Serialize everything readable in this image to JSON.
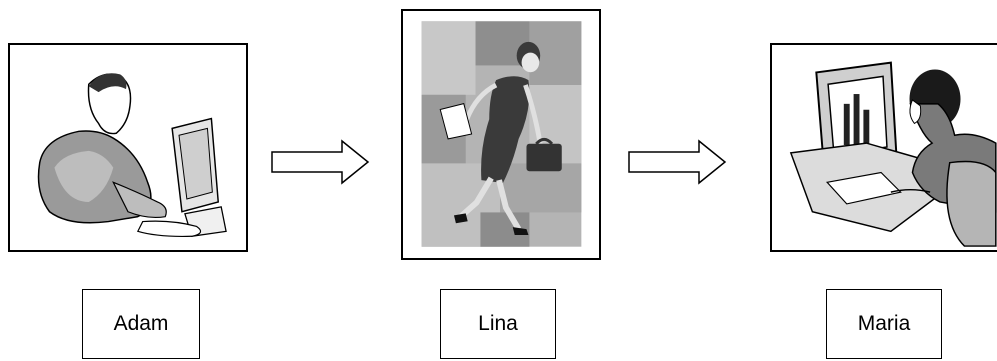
{
  "people": [
    {
      "name": "Adam",
      "figure": "man-at-computer"
    },
    {
      "name": "Lina",
      "figure": "walking-woman-with-briefcase"
    },
    {
      "name": "Maria",
      "figure": "woman-at-computer"
    }
  ],
  "connectors": [
    "right-arrow",
    "right-arrow"
  ],
  "colors": {
    "line": "#000000",
    "background": "#ffffff",
    "tile_light": "#c8c8c8",
    "tile_mid": "#a8a8a8",
    "tile_dark": "#8c8c8c"
  }
}
